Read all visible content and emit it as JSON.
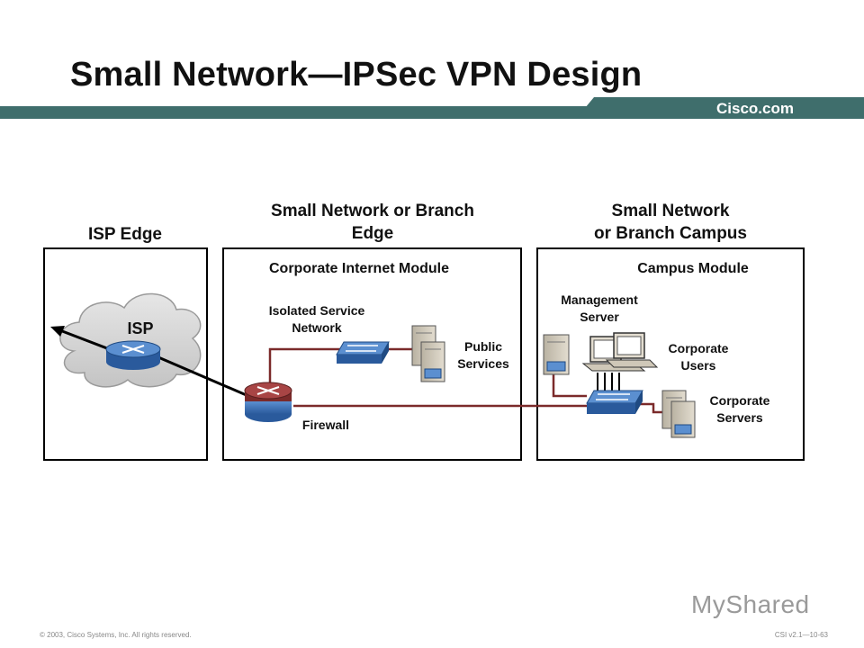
{
  "title": "Small Network—IPSec VPN Design",
  "brand": "Cisco.com",
  "colors": {
    "banner": "#3f6e6c",
    "link": "#7b2a2a",
    "device_blue": "#3a6fb5",
    "cloud": "#d6d6d6"
  },
  "columns": {
    "isp": {
      "header": "ISP Edge"
    },
    "edge": {
      "header_line1": "Small Network or Branch",
      "header_line2": "Edge",
      "module": "Corporate Internet Module"
    },
    "campus": {
      "header_line1": "Small Network",
      "header_line2": "or Branch Campus",
      "module": "Campus Module"
    }
  },
  "labels": {
    "isp": "ISP",
    "isolated_line1": "Isolated Service",
    "isolated_line2": "Network",
    "public_line1": "Public",
    "public_line2": "Services",
    "firewall": "Firewall",
    "mgmt_line1": "Management",
    "mgmt_line2": "Server",
    "users_line1": "Corporate",
    "users_line2": "Users",
    "servers_line1": "Corporate",
    "servers_line2": "Servers"
  },
  "icons": {
    "router": "router-icon",
    "switch": "switch-icon",
    "server": "server-icon",
    "workstation": "workstation-icon",
    "cloud": "cloud-icon",
    "arrow": "arrow-icon"
  },
  "footer": {
    "copyright": "© 2003, Cisco Systems, Inc. All rights reserved.",
    "code": "CSI v2.1—10-63"
  },
  "watermark": "MyShared"
}
